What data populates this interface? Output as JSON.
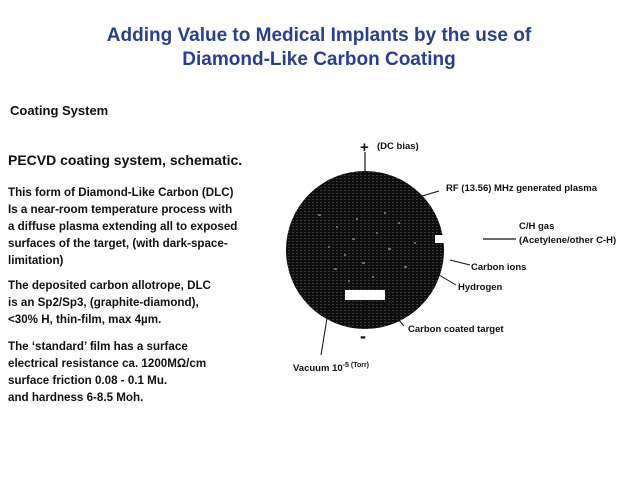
{
  "title": {
    "line1": "Adding Value to Medical Implants by the use of",
    "line2": "Diamond-Like Carbon Coating"
  },
  "section_label": "Coating System",
  "left_text": {
    "subtitle": "PECVD coating system, schematic.",
    "para1": [
      "This form of Diamond-Like Carbon (DLC)",
      "Is a near-room temperature process with",
      "a diffuse plasma extending all to exposed",
      "surfaces of the target, (with dark-space-",
      "limitation)"
    ],
    "para2": [
      "The deposited carbon allotrope, DLC",
      "is an Sp2/Sp3, (graphite-diamond),",
      "<30% H, thin-film, max 4µm."
    ],
    "para3": [
      "The ‘standard’ film has a surface",
      "electrical resistance ca. 1200MΩ/cm",
      "surface friction 0.08 - 0.1 Mu.",
      "and hardness 6-8.5 Moh."
    ]
  },
  "diagram": {
    "plus_sign": "+",
    "minus_sign": "-",
    "dc_bias": "(DC bias)",
    "rf_plasma": "RF (13.56) MHz generated plasma",
    "gas_line1": "C/H gas",
    "gas_line2": "(Acetylene/other C-H)",
    "carbon_ions": "Carbon ions",
    "hydrogen": "Hydrogen",
    "target": "Carbon coated target",
    "vacuum": "Vacuum 10",
    "vacuum_exp": "-5",
    "vacuum_unit": "(Torr)"
  },
  "colors": {
    "title": "#2a3f8f",
    "chamber": "#111111",
    "text": "#111111"
  }
}
